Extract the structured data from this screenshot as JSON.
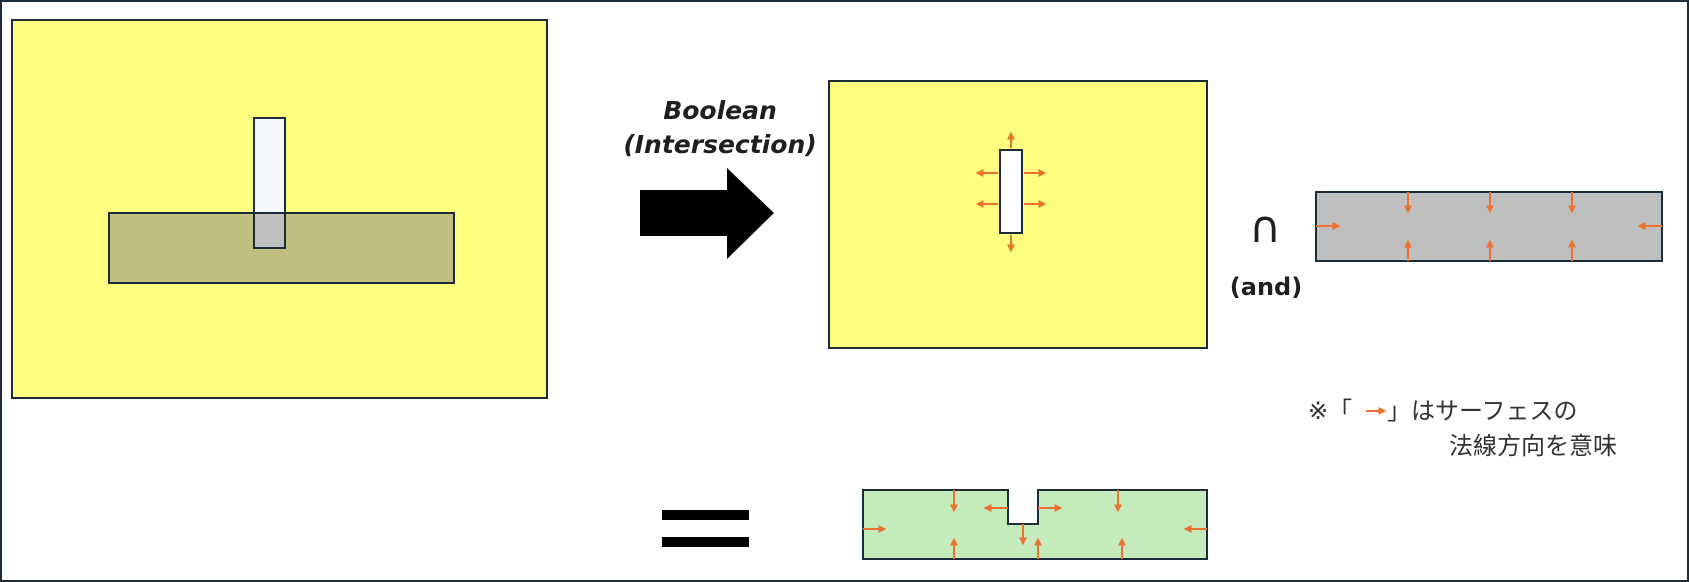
{
  "boolean_label": {
    "line1": "Boolean",
    "line2": "(Intersection)"
  },
  "operator": {
    "symbol": "∩",
    "label": "(and)"
  },
  "note": {
    "prefix": "※「",
    "suffix": "」はサーフェスの",
    "line2": "法線方向を意味"
  },
  "colors": {
    "yellow": "#ffff7f",
    "olive": "#bfbf80",
    "gray": "#bfbfbf",
    "green": "#c5ebbd",
    "white": "#f4f7fb",
    "stroke": "#1c2b3a",
    "normal_arrow": "#ed7131",
    "block_arrow": "#000000"
  }
}
